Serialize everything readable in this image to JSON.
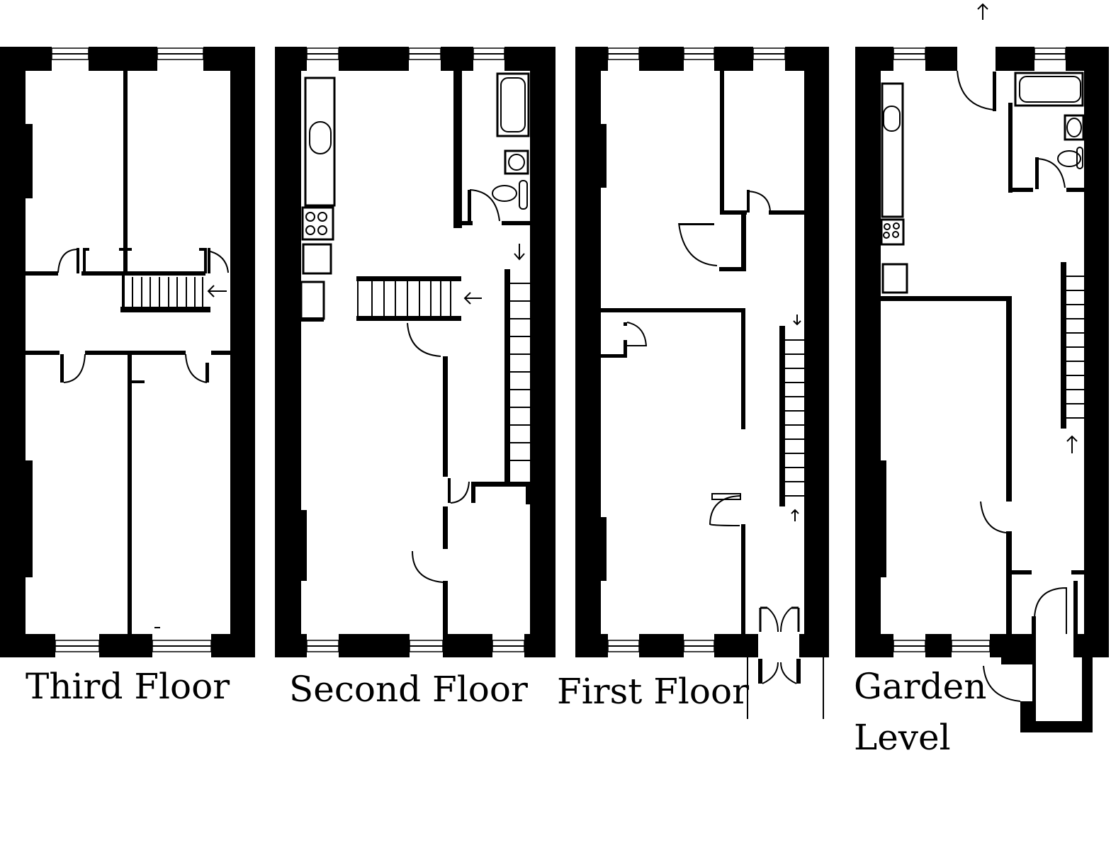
{
  "floors": [
    {
      "id": "third",
      "label": "Third Floor"
    },
    {
      "id": "second",
      "label": "Second Floor"
    },
    {
      "id": "first",
      "label": "First Floor"
    },
    {
      "id": "garden",
      "label_line1": "Garden",
      "label_line2": "Level"
    }
  ],
  "colors": {
    "wall": "#000000",
    "background": "#ffffff"
  },
  "icons": [
    "stair-arrow-icon",
    "door-swing-icon",
    "window-icon",
    "bathtub-icon",
    "toilet-icon",
    "sink-icon",
    "stove-icon"
  ]
}
